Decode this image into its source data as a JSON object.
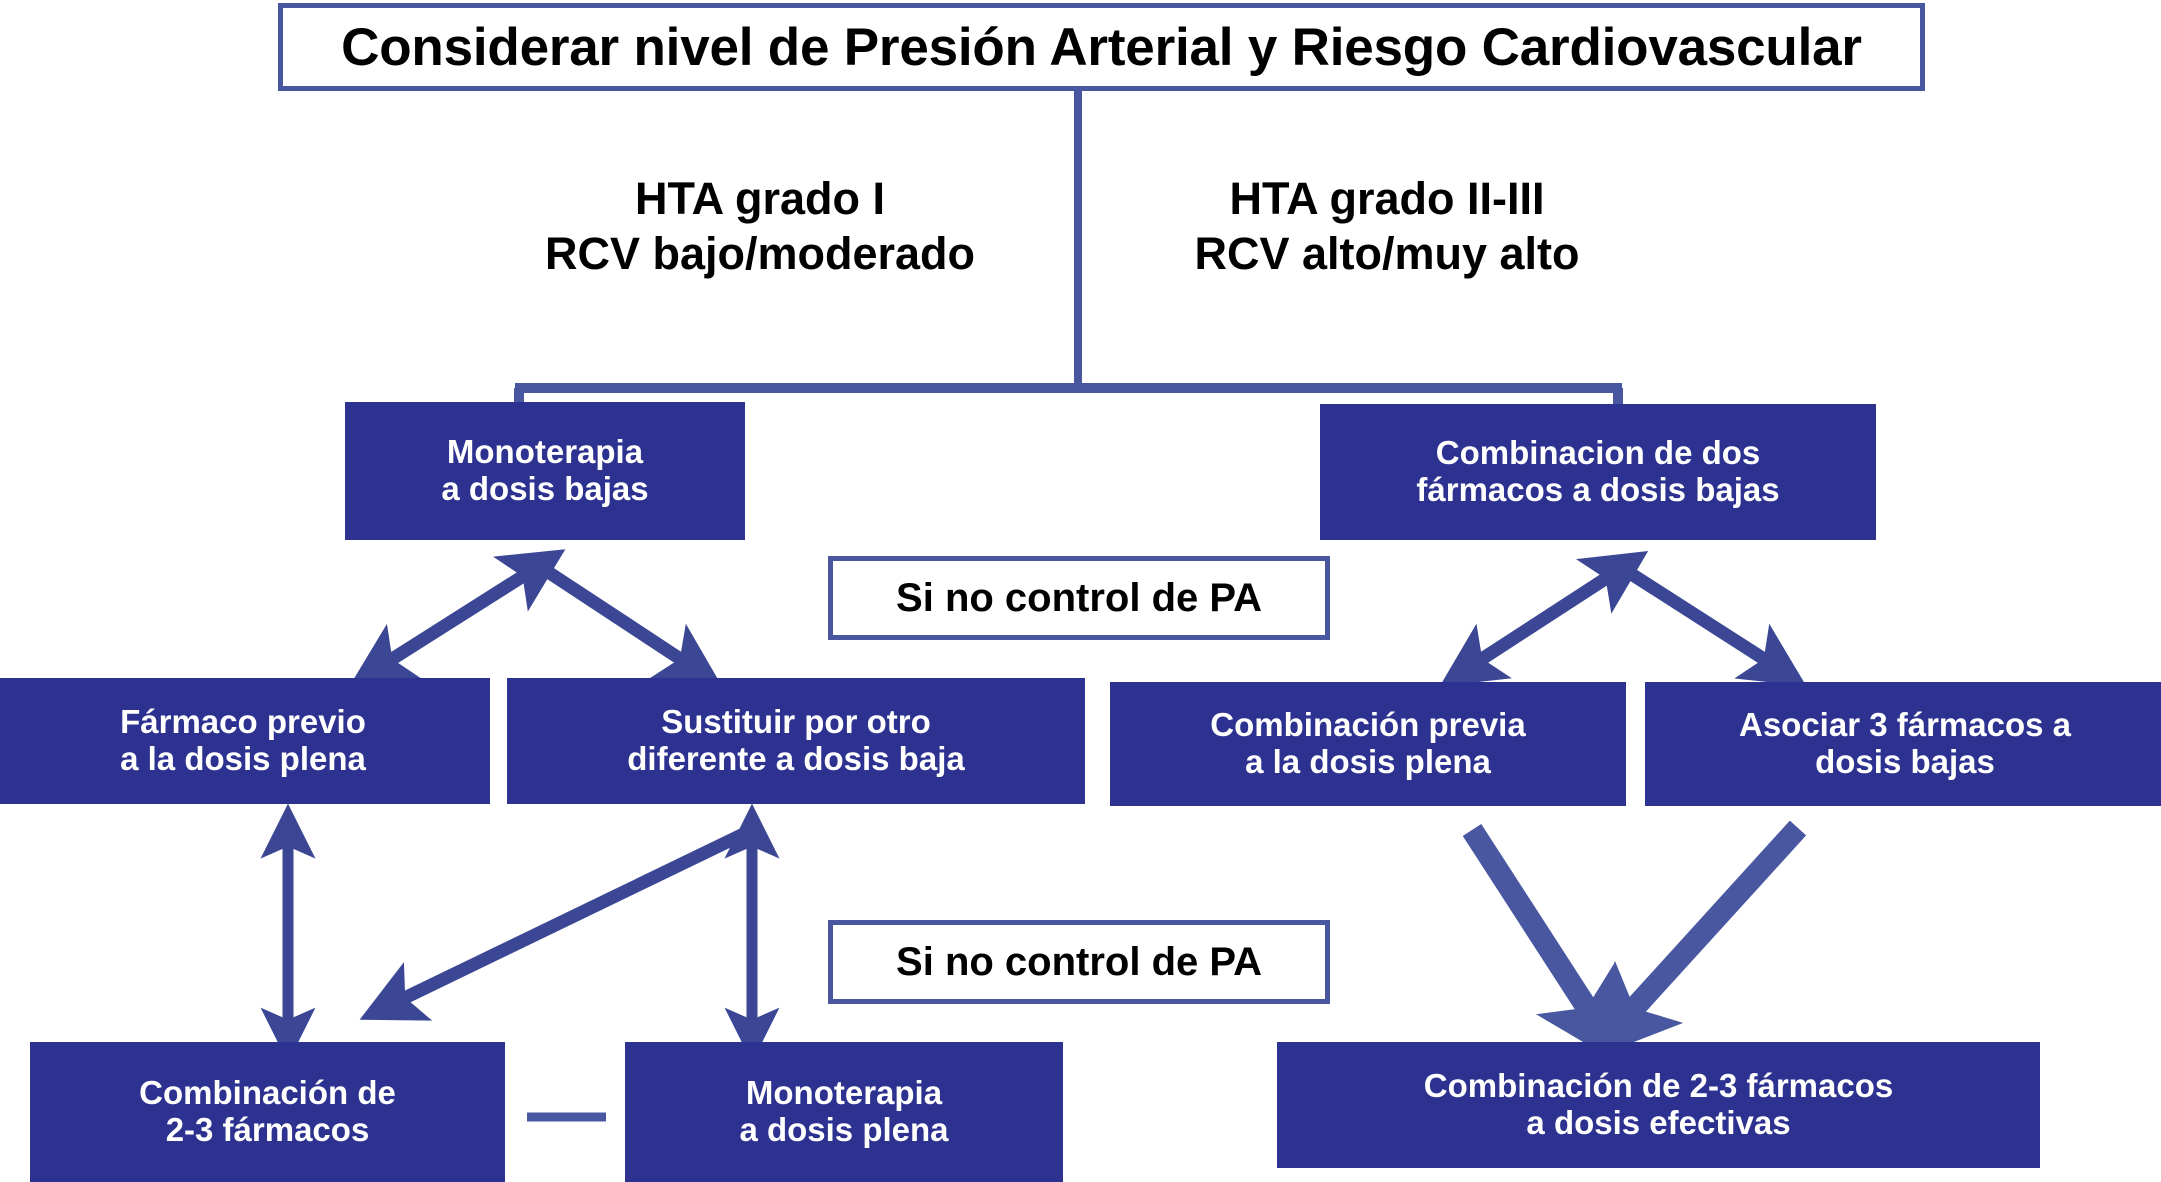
{
  "diagram": {
    "title_box": {
      "text": "Considerar nivel de Presión Arterial  y Riesgo Cardiovascular"
    },
    "branch_labels": {
      "left": "HTA grado I\nRCV bajo/moderado",
      "right": "HTA grado II-III\nRCV alto/muy alto"
    },
    "nodes": {
      "monoterapia_dosis_bajas": "Monoterapia\na dosis bajas",
      "combinacion_dos_farmacos": "Combinacion de dos\nfármacos  a dosis bajas",
      "farmaco_previo": "Fármaco  previo\na la dosis plena",
      "sustituir_otro": "Sustituir  por otro\ndiferente  a dosis baja",
      "combinacion_previa": "Combinación  previa\na la dosis plena",
      "asociar_3_farmacos": "Asociar  3 fármacos a\ndosis bajas",
      "combinacion_2_3": "Combinación de\n2-3 fármacos",
      "monoterapia_dosis_plena": "Monoterapia\na dosis plena",
      "combinacion_2_3_efectivas": "Combinación de 2-3 fármacos\na dosis efectivas"
    },
    "decision_labels": {
      "si_no_control_1": "Si no control de PA",
      "si_no_control_2": "Si no control de PA"
    },
    "colors": {
      "node_fill": "#2d3290",
      "node_text": "#ffffff",
      "outline_border": "#4857a0",
      "connector": "#4857a0",
      "arrow": "#3b4795",
      "thick_arrow": "#4857a0",
      "background": "#ffffff",
      "label_text": "#000000"
    }
  }
}
